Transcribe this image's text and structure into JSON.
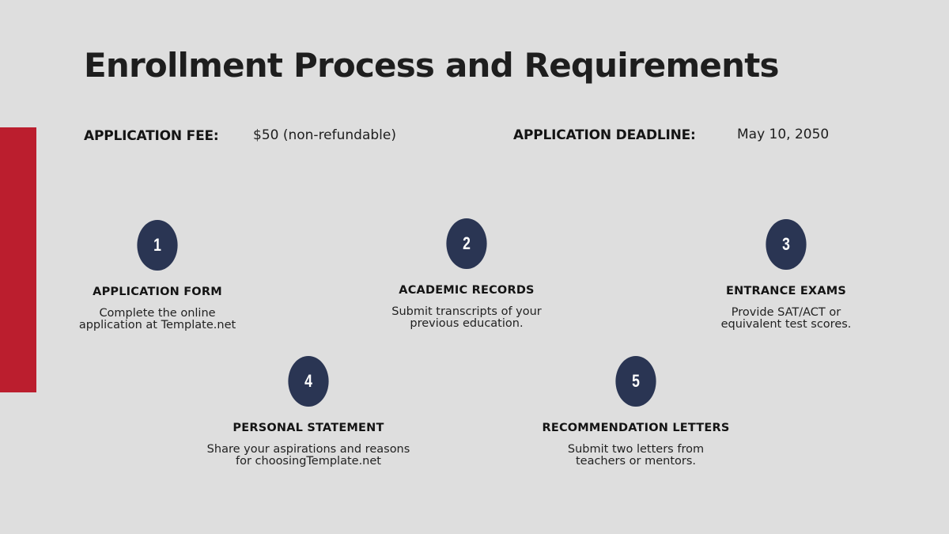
{
  "slide": {
    "title": "Enrollment Process and Requirements",
    "accent_color": "#BB1E2E",
    "circle_color": "#2A3553",
    "background_color": "#DEDEDE"
  },
  "info": {
    "fee_label": "APPLICATION FEE:",
    "fee_value": "$50 (non-refundable)",
    "deadline_label": "APPLICATION DEADLINE:",
    "deadline_value": "May 10, 2050"
  },
  "steps": [
    {
      "number": "1",
      "title": "APPLICATION FORM",
      "description": "Complete the online\napplication at Template.net"
    },
    {
      "number": "2",
      "title": "ACADEMIC RECORDS",
      "description": "Submit transcripts of your\nprevious education."
    },
    {
      "number": "3",
      "title": "ENTRANCE EXAMS",
      "description": "Provide SAT/ACT or\nequivalent test scores."
    },
    {
      "number": "4",
      "title": "PERSONAL STATEMENT",
      "description": "Share your aspirations and reasons\nfor choosingTemplate.net"
    },
    {
      "number": "5",
      "title": "RECOMMENDATION LETTERS",
      "description": "Submit two letters from\nteachers or mentors."
    }
  ]
}
